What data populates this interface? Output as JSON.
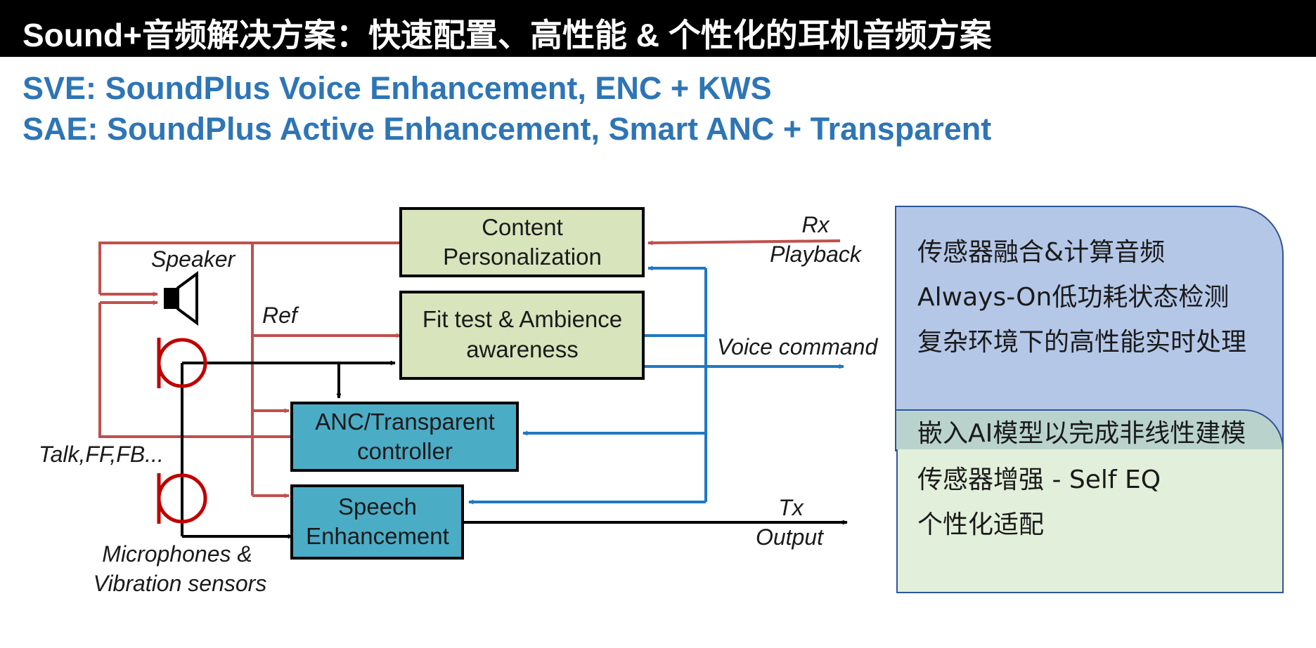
{
  "header": {
    "title": "Sound+音频解决方案：快速配置、高性能 & 个性化的耳机音频方案",
    "subtitle_sve": "SVE: SoundPlus Voice Enhancement, ENC + KWS",
    "subtitle_sae": "SAE: SoundPlus Active Enhancement, Smart ANC + Transparent"
  },
  "diagram": {
    "blocks": {
      "content": [
        "Content",
        "Personalization"
      ],
      "fit": [
        "Fit test & Ambience",
        "awareness"
      ],
      "anc": [
        "ANC/Transparent",
        "controller"
      ],
      "speech": [
        "Speech",
        "Enhancement"
      ]
    },
    "labels": {
      "speaker": "Speaker",
      "ref": "Ref",
      "talk": "Talk,FF,FB...",
      "mic_line1": "Microphones &",
      "mic_line2": "Vibration sensors",
      "rx": "Rx",
      "playback": "Playback",
      "voice_command": "Voice command",
      "tx": "Tx",
      "output": "Output"
    },
    "colors": {
      "red_line": "#c0504d",
      "blue_line": "#1f78c1",
      "black_line": "#000000",
      "green_block": "#d8e4bc",
      "teal_block": "#4bacc6",
      "mic_red": "#c00000"
    }
  },
  "features": {
    "blue_panel": [
      "传感器融合&计算音频",
      "Always-On低功耗状态检测",
      "复杂环境下的高性能实时处理"
    ],
    "band_item": "嵌入AI模型以完成非线性建模",
    "green_panel": [
      "传感器增强 - Self EQ",
      "个性化适配"
    ],
    "colors": {
      "blue_panel": "#b4c7e7",
      "green_panel": "#e2efda",
      "border": "#2f5597"
    }
  }
}
